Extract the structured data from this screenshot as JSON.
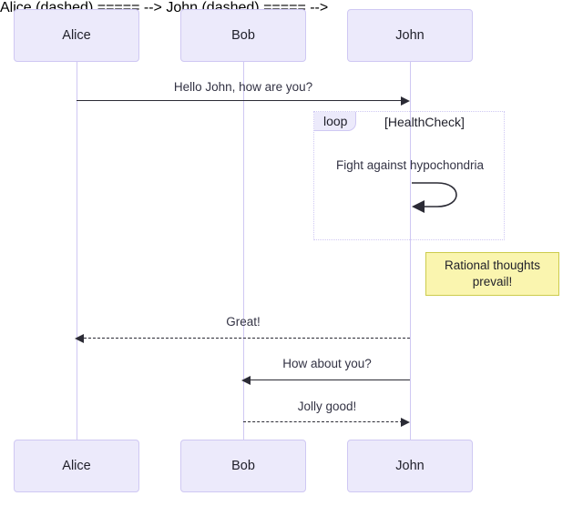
{
  "diagram": {
    "type": "sequence-diagram",
    "title": "",
    "background_color": "#ffffff",
    "actor_fill": "#ECEAFB",
    "actor_border": "#CFC8F3",
    "lifeline_color": "#CFC8F3",
    "arrow_color": "#2b2b35",
    "note_fill": "#FAF5AF",
    "note_border": "#CCCC4D",
    "loop_border": "#CFC8F3"
  },
  "actors": [
    {
      "id": "alice",
      "label": "Alice"
    },
    {
      "id": "bob",
      "label": "Bob"
    },
    {
      "id": "john",
      "label": "John"
    }
  ],
  "actors_bottom": [
    {
      "id": "alice",
      "label": "Alice"
    },
    {
      "id": "bob",
      "label": "Bob"
    },
    {
      "id": "john",
      "label": "John"
    }
  ],
  "messages": [
    {
      "id": "m1",
      "label": "Hello John, how are you?",
      "from": "Alice",
      "to": "John",
      "style": "solid",
      "direction": "right"
    },
    {
      "id": "m2",
      "label": "Great!",
      "from": "John",
      "to": "Alice",
      "style": "dashed",
      "direction": "left"
    },
    {
      "id": "m3",
      "label": "How about you?",
      "from": "John",
      "to": "Bob",
      "style": "solid",
      "direction": "left"
    },
    {
      "id": "m4",
      "label": "Jolly good!",
      "from": "Bob",
      "to": "John",
      "style": "dashed",
      "direction": "right"
    }
  ],
  "loop": {
    "keyword": "loop",
    "condition": "[HealthCheck]",
    "self_message": {
      "label": "Fight against hypochondria",
      "actor": "John",
      "style": "solid"
    }
  },
  "note": {
    "line1": "Rational thoughts",
    "line2": "prevail!",
    "text": "Rational thoughts prevail!",
    "placement": "right of John"
  }
}
